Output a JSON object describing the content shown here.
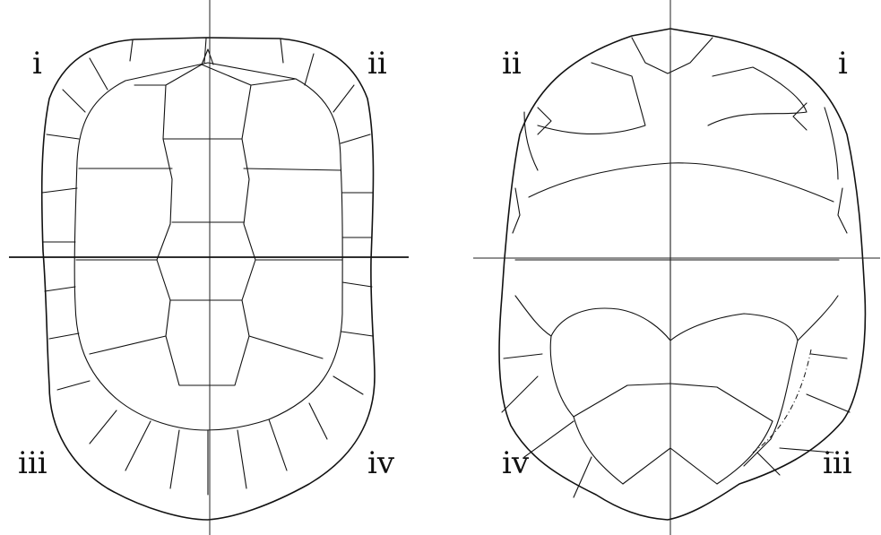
{
  "carapace": {
    "labels": {
      "top_left": "i",
      "top_right": "ii",
      "bottom_left": "iii",
      "bottom_right": "iv"
    }
  },
  "plastron": {
    "labels": {
      "top_left": "ii",
      "top_right": "i",
      "bottom_left": "iv",
      "bottom_right": "iii"
    }
  }
}
